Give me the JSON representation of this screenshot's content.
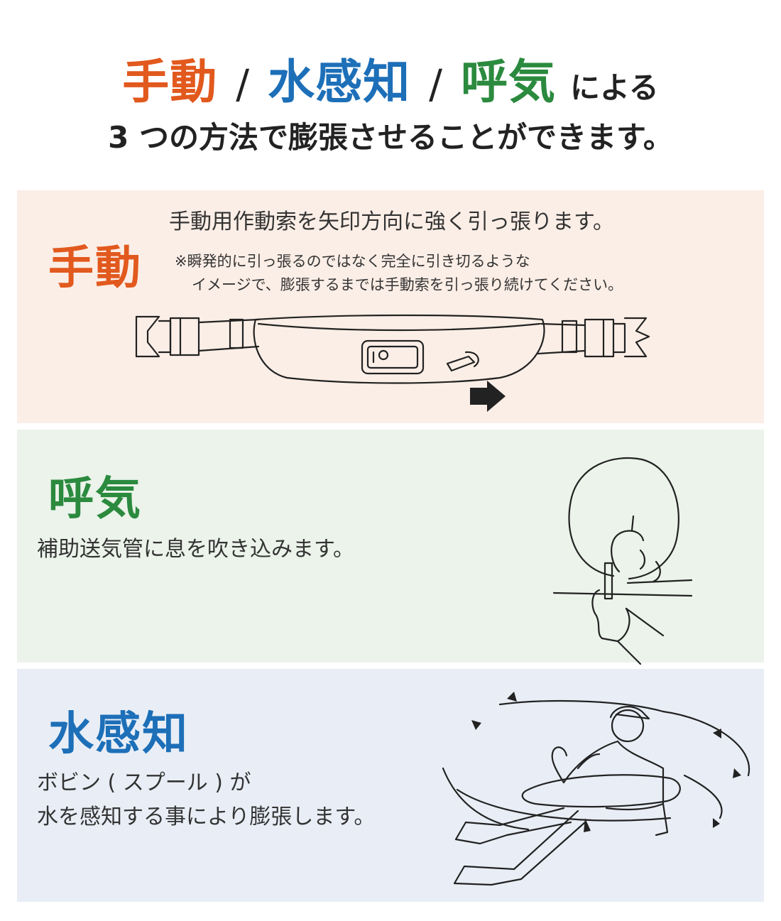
{
  "header": {
    "word_manual": "手動",
    "slash": "/",
    "word_water": "水感知",
    "word_breath": "呼気",
    "suffix": "による",
    "subtitle": "3 つの方法で膨張させることができます。"
  },
  "manual": {
    "title": "手動",
    "description": "手動用作動索を矢印方向に強く引っ張ります。",
    "note_line1": "※瞬発的に引っ張るのではなく完全に引き切るような",
    "note_line2": "イメージで、膨張するまでは手動索を引っ張り続けてください。"
  },
  "breath": {
    "title": "呼気",
    "description": "補助送気管に息を吹き込みます。"
  },
  "water": {
    "title": "水感知",
    "description_line1": "ボビン ( スプール ) が",
    "description_line2": "水を感知する事により膨張します。"
  },
  "colors": {
    "manual_accent": "#e2591e",
    "water_accent": "#1d6fb8",
    "breath_accent": "#2b8a3e",
    "manual_bg": "#fbeee6",
    "breath_bg": "#ebf3ea",
    "water_bg": "#e9eef6"
  },
  "icons": [
    "belt-pack-illustration",
    "arrow-right-icon",
    "breath-inflation-illustration",
    "water-activation-illustration"
  ]
}
